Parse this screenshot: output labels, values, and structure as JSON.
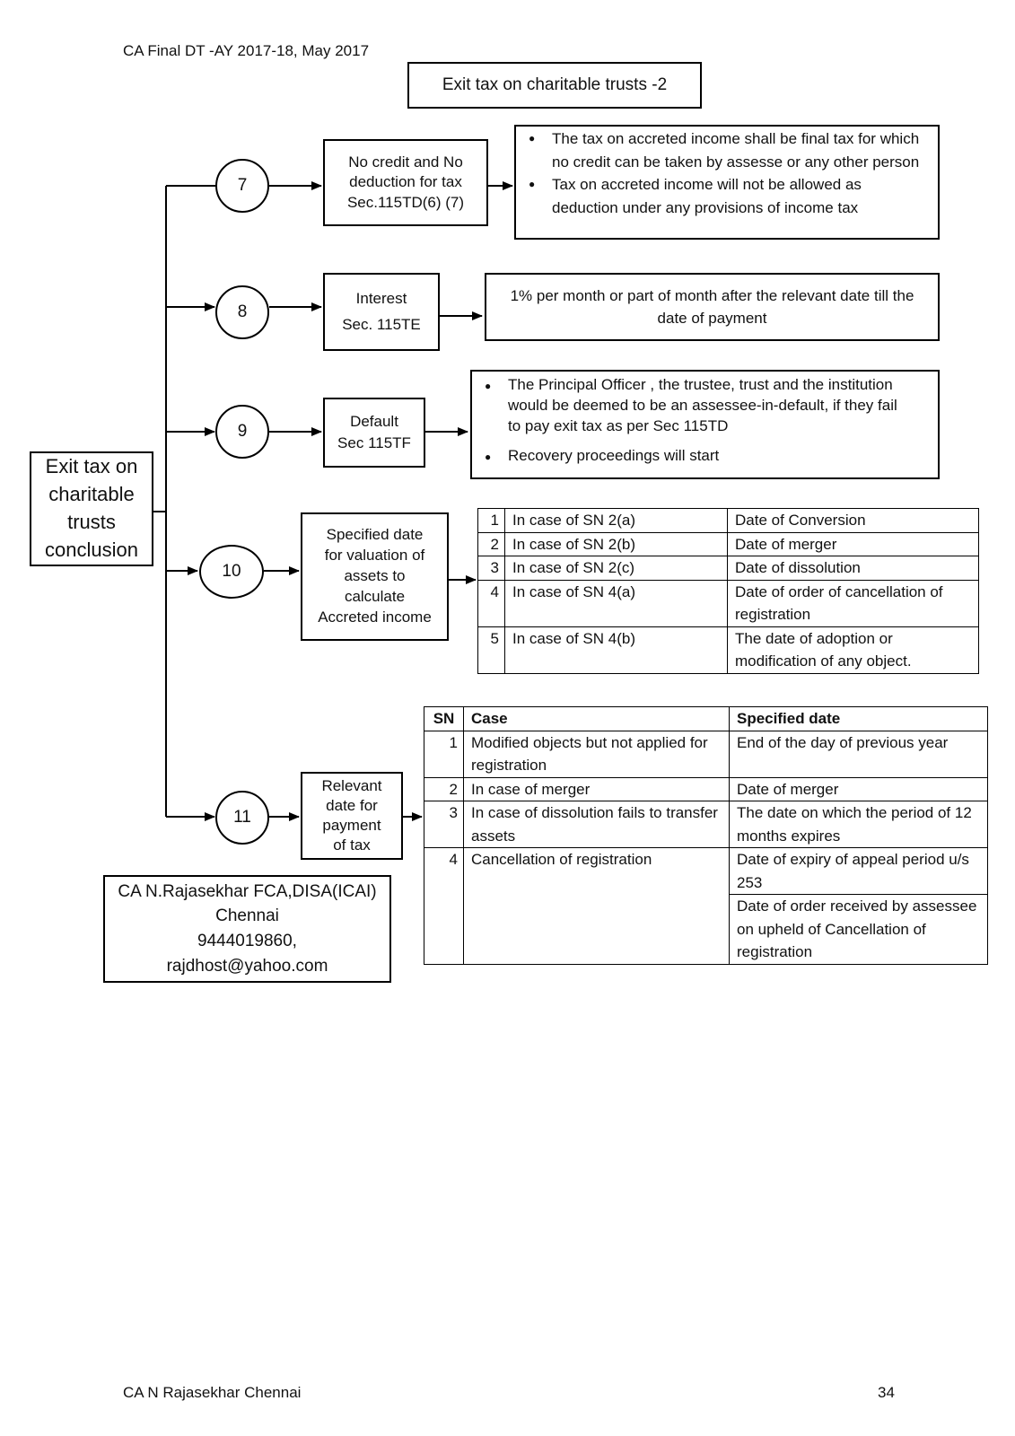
{
  "header": {
    "course": "CA Final DT -AY 2017-18, May 2017"
  },
  "title": "Exit tax on charitable trusts -2",
  "root": {
    "label": "Exit tax on charitable trusts conclusion"
  },
  "branches": {
    "b7": {
      "number": "7",
      "box_lines": [
        "No credit and No",
        "deduction for tax",
        "Sec.115TD(6) (7)"
      ],
      "bullets": [
        "The tax on accreted income shall be final tax for which no credit can be taken by assesse or any other person",
        "Tax on accreted income will not be allowed as deduction under any provisions of income tax"
      ]
    },
    "b8": {
      "number": "8",
      "box_lines": [
        "Interest",
        "Sec. 115TE"
      ],
      "detail": "1% per month or part of month after the relevant  date till the date of payment"
    },
    "b9": {
      "number": "9",
      "box_lines": [
        "Default",
        "Sec 115TF"
      ],
      "bullets": [
        "The Principal Officer , the trustee, trust and the institution would be deemed to be an assessee-in-default,  if they fail to pay exit tax as per Sec 115TD",
        "Recovery proceedings will start"
      ]
    },
    "b10": {
      "number": "10",
      "box_lines": [
        "Specified date",
        "for valuation of",
        "assets to",
        "calculate",
        "Accreted income"
      ],
      "rows": [
        {
          "sn": "1",
          "case": "In case of SN 2(a)",
          "date": "Date of Conversion"
        },
        {
          "sn": "2",
          "case": "In case of SN 2(b)",
          "date": "Date of merger"
        },
        {
          "sn": "3",
          "case": "In case of SN 2(c)",
          "date": "Date of dissolution"
        },
        {
          "sn": "4",
          "case": "In case of SN 4(a)",
          "date": "Date of order of cancellation of registration"
        },
        {
          "sn": "5",
          "case": "In case of SN 4(b)",
          "date": "The date of adoption or modification of any object."
        }
      ]
    },
    "b11": {
      "number": "11",
      "box_lines": [
        "Relevant",
        "date for",
        "payment",
        "of tax"
      ],
      "headers": {
        "sn": "SN",
        "case": "Case",
        "date": "Specified date"
      },
      "rows": [
        {
          "sn": "1",
          "case": "Modified objects but not applied for registration",
          "date": "End of the day of previous year"
        },
        {
          "sn": "2",
          "case": "In case of merger",
          "date": "Date of merger"
        },
        {
          "sn": "3",
          "case": "In case of dissolution fails to transfer assets",
          "date": "The date on which the period of 12 months expires"
        },
        {
          "sn": "4",
          "case": "Cancellation of registration",
          "date": "Date of expiry of appeal period u/s 253",
          "date2": "Date of order received by assessee on upheld of Cancellation of registration"
        }
      ]
    }
  },
  "author": {
    "line1": "CA N.Rajasekhar  FCA,DISA(ICAI)",
    "line2": "Chennai",
    "line3": "9444019860,",
    "line4": "rajdhost@yahoo.com"
  },
  "footer": {
    "left": "CA N Rajasekhar Chennai",
    "page": "34"
  }
}
